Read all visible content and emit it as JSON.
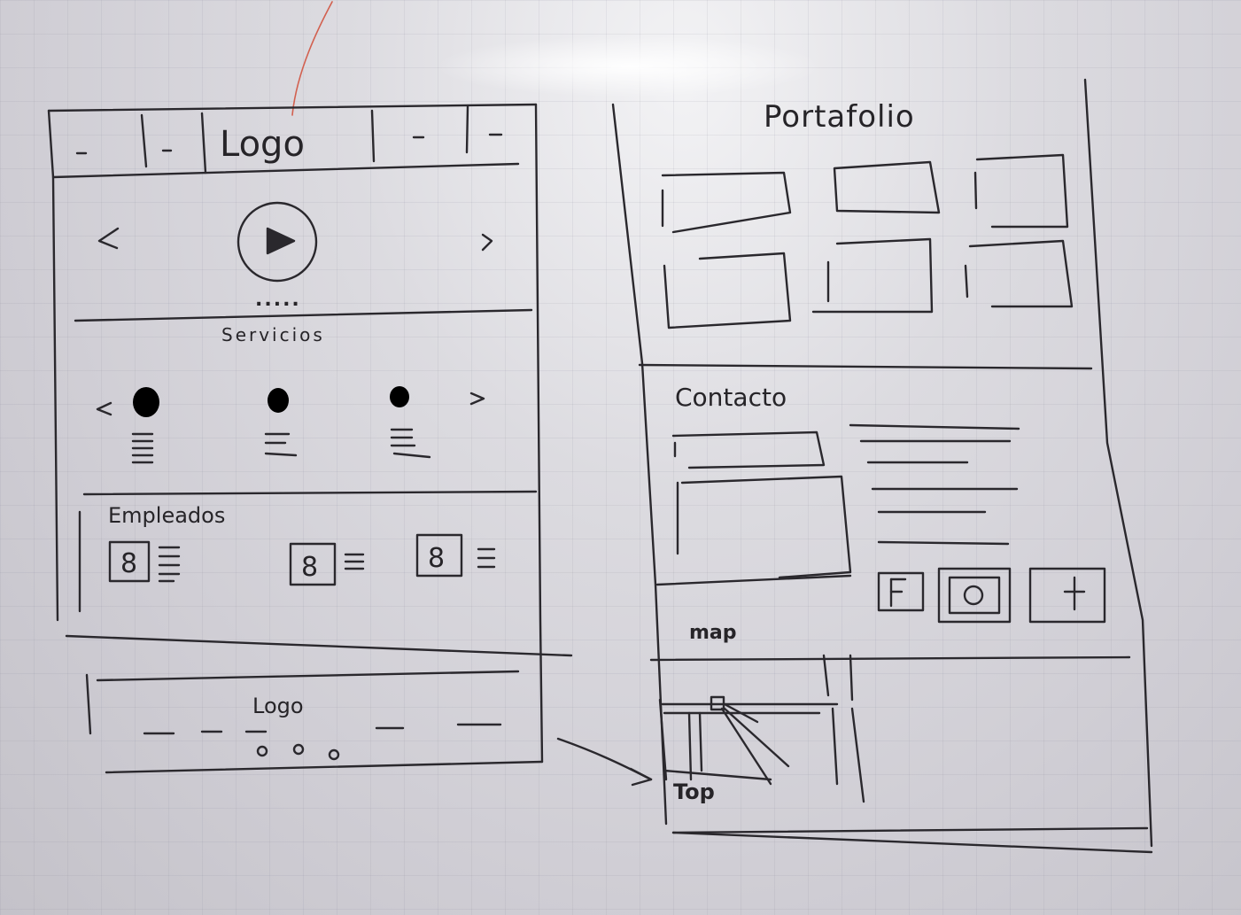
{
  "left_sketch": {
    "header": {
      "logo": "Logo",
      "nav_item_marks": [
        "-",
        "-",
        "-",
        "-"
      ]
    },
    "slider": {
      "dots": "....."
    },
    "services": {
      "title": "Servicios"
    },
    "employees": {
      "title": "Empleados"
    },
    "footer": {
      "logo": "Logo"
    }
  },
  "right_sketch": {
    "portfolio": {
      "title": "Portafolio"
    },
    "contact": {
      "title": "Contacto"
    },
    "social": [
      "f",
      "t"
    ],
    "map": {
      "title": "map"
    },
    "top_label": "Top"
  },
  "colors": {
    "ink": "#2a282d",
    "marker_red": "#d2604f",
    "board": "#d8d7dc"
  }
}
